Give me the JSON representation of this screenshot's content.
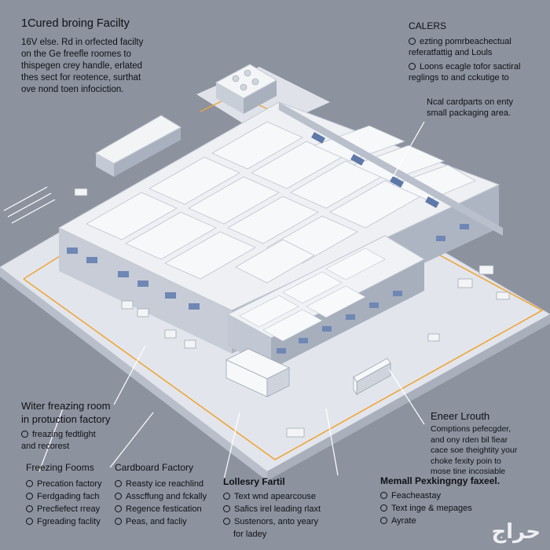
{
  "colors": {
    "background": "#8c929e",
    "ground": "#e6e9ee",
    "roof": "#f3f4f6",
    "wall": "#c9ced8",
    "window_blue": "#6f87b4",
    "boundary": "#f0a53a",
    "leader_line": "#ffffff"
  },
  "top_left": {
    "title": "1Cured broing Facilty",
    "lines": [
      "16V else. Rd in orfected facilty",
      "on the Ge freefle roomes to",
      "thispegen crey handle, erlated",
      "thes sect for reotence, surthat",
      "ove nond toen infociction."
    ]
  },
  "top_right": {
    "title": "CALERS",
    "items": [
      {
        "icon": "circle-bullet-icon",
        "text": "ezting pomrbeachectual",
        "cont": "referatfattig and Louls"
      },
      {
        "icon": "circle-bullet-icon",
        "text": "Loons ecagle tofor sactiral",
        "cont": "reglings to and cckutige to"
      }
    ],
    "note": [
      "Ncal cardparts on enty",
      "small packaging area."
    ]
  },
  "mid_left": {
    "title": [
      "Witer freazing room",
      "in protuction factory"
    ],
    "items": [
      {
        "icon": "circle-bullet-icon",
        "text": "freazing fedtlight",
        "cont": "and recorest"
      }
    ]
  },
  "mid_right": {
    "title": "Eneer Lrouth",
    "lines": [
      "Comptions pefecgder,",
      "and ony rden bil fiear",
      "cace soe theightity your",
      "choke fexity poin to",
      "mose tine incosiable"
    ]
  },
  "bottom": {
    "col1": {
      "title": "Freezing Fooms",
      "items": [
        "Precation factory",
        "Ferdgading fach",
        "Precfiefect rreay",
        "Fgreading faclity"
      ]
    },
    "col2": {
      "title": "Cardboard Factory",
      "items": [
        "Reasty ice reachlind",
        "Asscffung and fckally",
        "Regence festication",
        "Peas, and facliy"
      ]
    },
    "col3": {
      "title": "Lollesry Fartil",
      "items": [
        "Text wnd apearcouse",
        "Safics irel leading rlaxt",
        "Sustenors, anto yeary"
      ],
      "extra": "for ladey"
    },
    "col4": {
      "title": "Memall Pexkingngy faxeel.",
      "items": [
        "Feacheastay",
        "Text inge & mepages",
        "Ayrate"
      ]
    }
  },
  "watermark": "حراج"
}
